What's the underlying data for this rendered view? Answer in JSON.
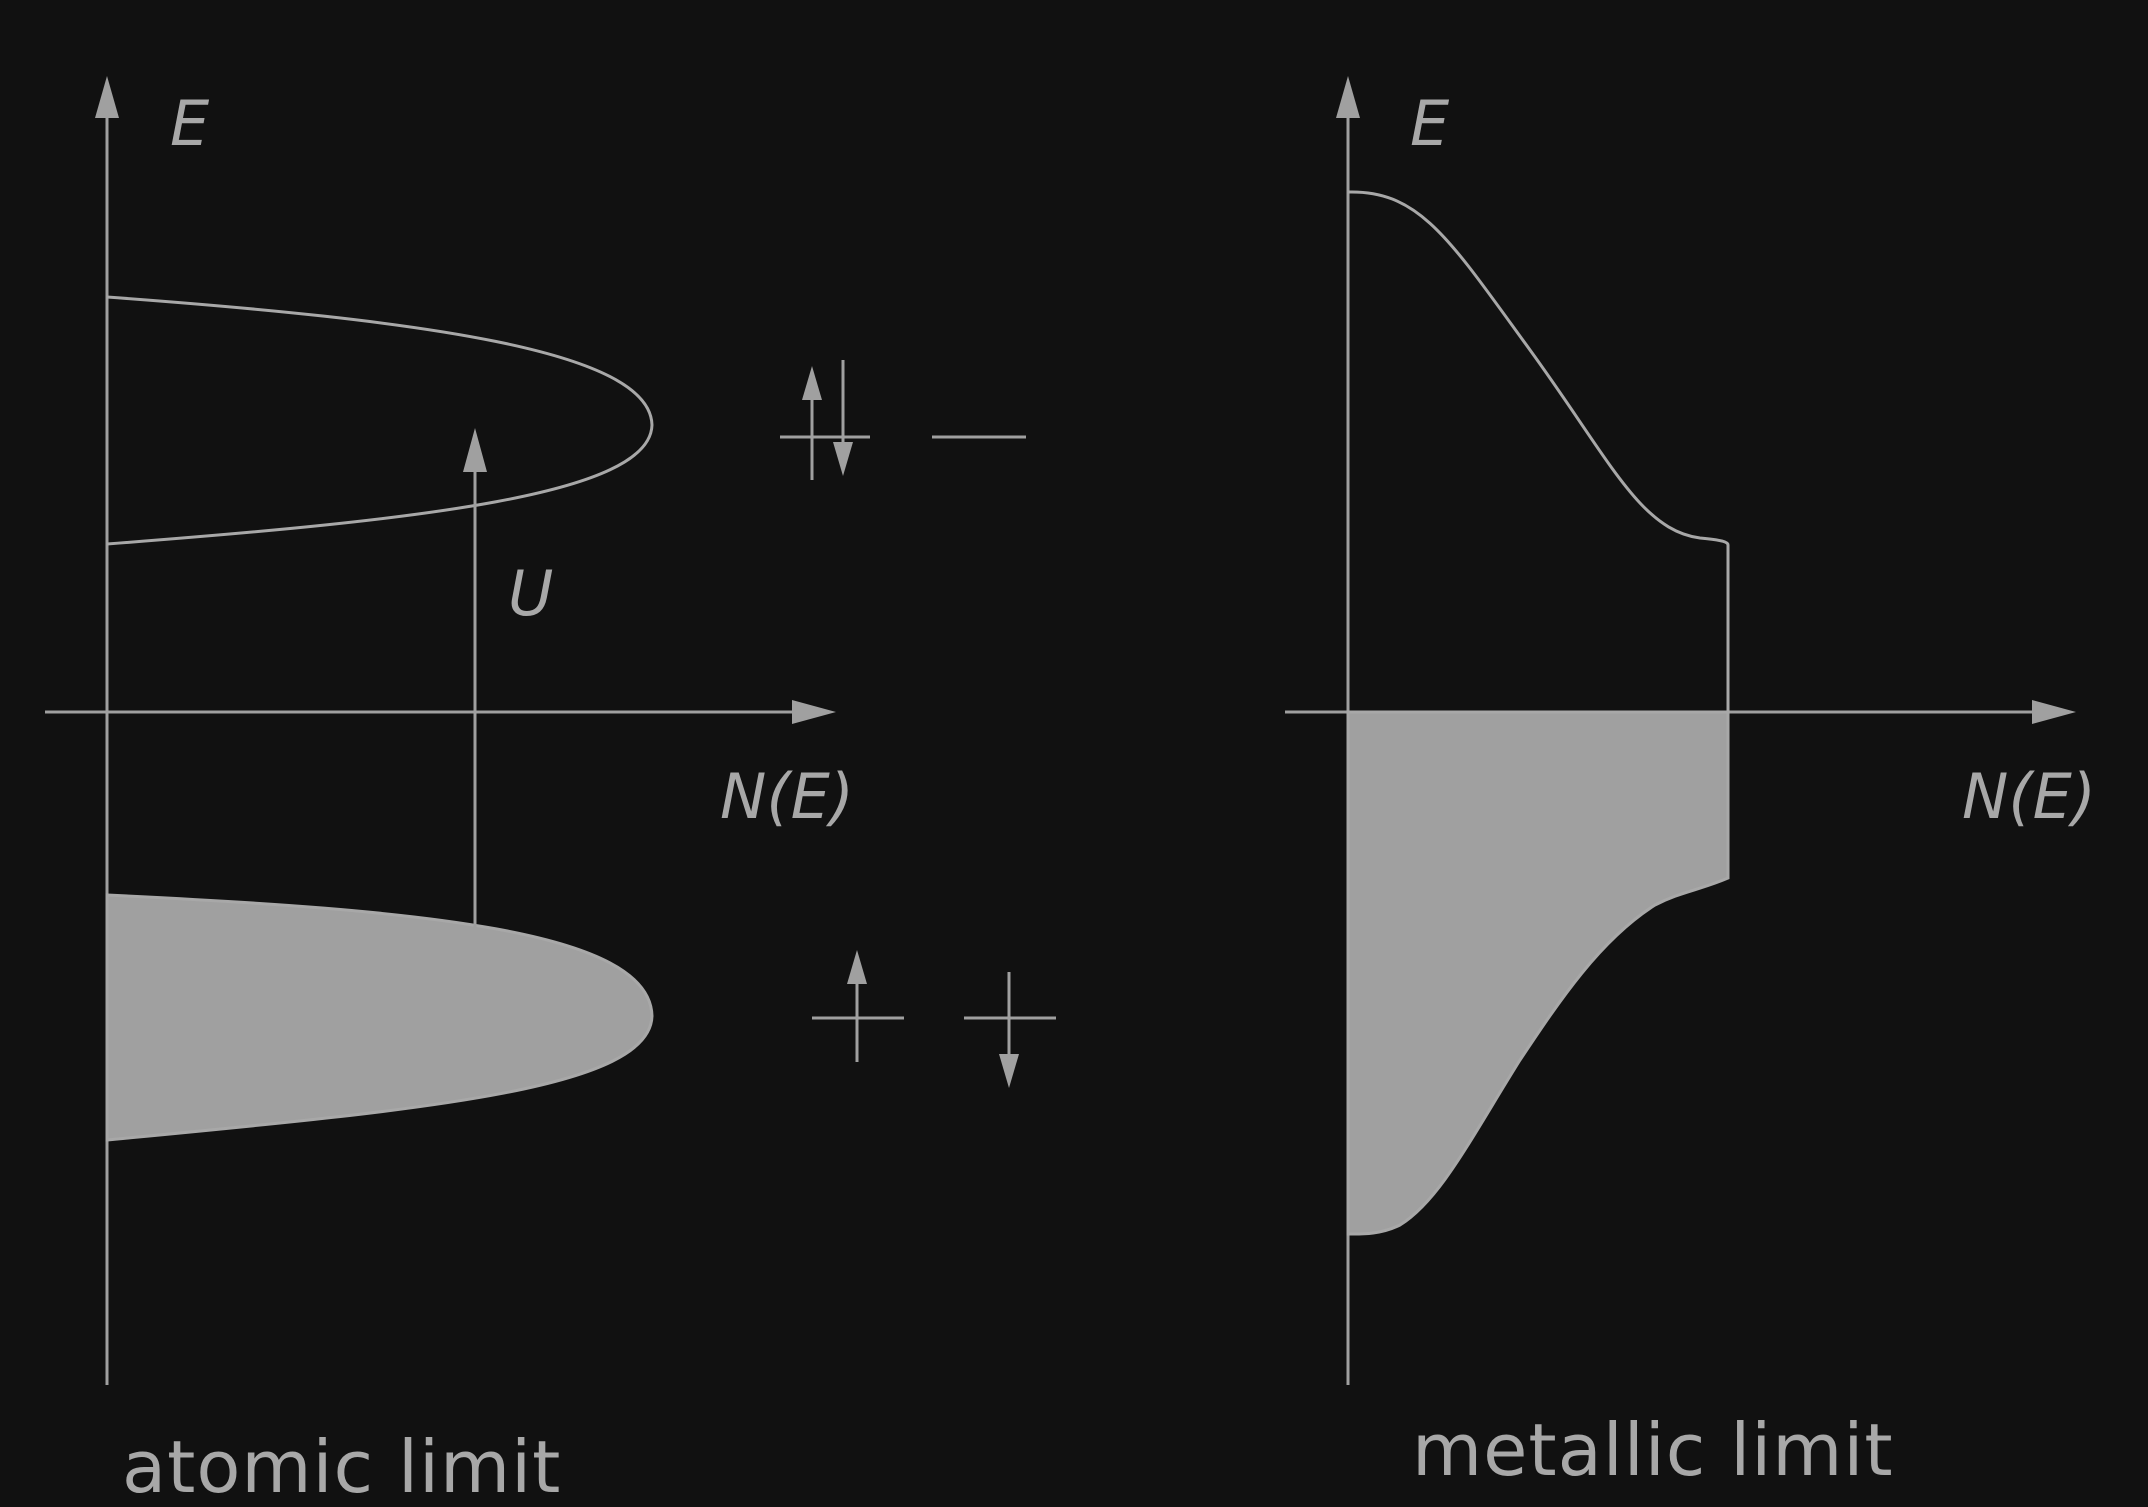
{
  "colors": {
    "background": "#111111",
    "foreground": "#a8a8a8",
    "fill": "#a0a0a0"
  },
  "panels": [
    {
      "id": "atomic",
      "y_axis_label": "E",
      "x_axis_label": "N(E)",
      "gap_label": "U",
      "caption": "atomic limit"
    },
    {
      "id": "metallic",
      "y_axis_label": "E",
      "x_axis_label": "N(E)",
      "caption": "metallic limit"
    }
  ]
}
